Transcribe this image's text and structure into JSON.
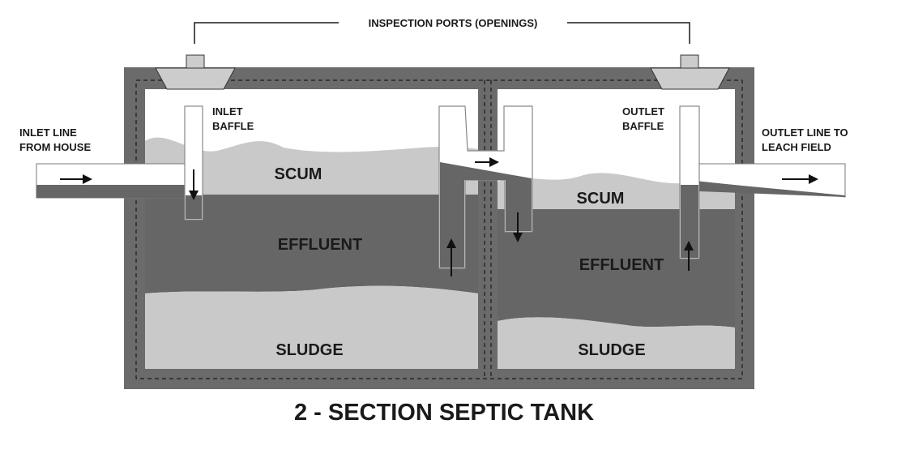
{
  "labels": {
    "inspection_ports": "INSPECTION PORTS (OPENINGS)",
    "inlet_line_1": "INLET LINE",
    "inlet_line_2": "FROM HOUSE",
    "inlet_baffle_1": "INLET",
    "inlet_baffle_2": "BAFFLE",
    "outlet_baffle_1": "OUTLET",
    "outlet_baffle_2": "BAFFLE",
    "outlet_line_1": "OUTLET LINE TO",
    "outlet_line_2": "LEACH FIELD",
    "scum_left": "SCUM",
    "effluent_left": "EFFLUENT",
    "sludge_left": "SLUDGE",
    "scum_right": "SCUM",
    "effluent_right": "EFFLUENT",
    "sludge_right": "SLUDGE"
  },
  "title": "2 - SECTION SEPTIC TANK",
  "colors": {
    "wall": "#6b6b6b",
    "scum": "#c9c9c9",
    "effluent": "#666666",
    "sludge": "#c9c9c9",
    "baffle": "#ffffff",
    "outline": "#1a1a1a"
  }
}
